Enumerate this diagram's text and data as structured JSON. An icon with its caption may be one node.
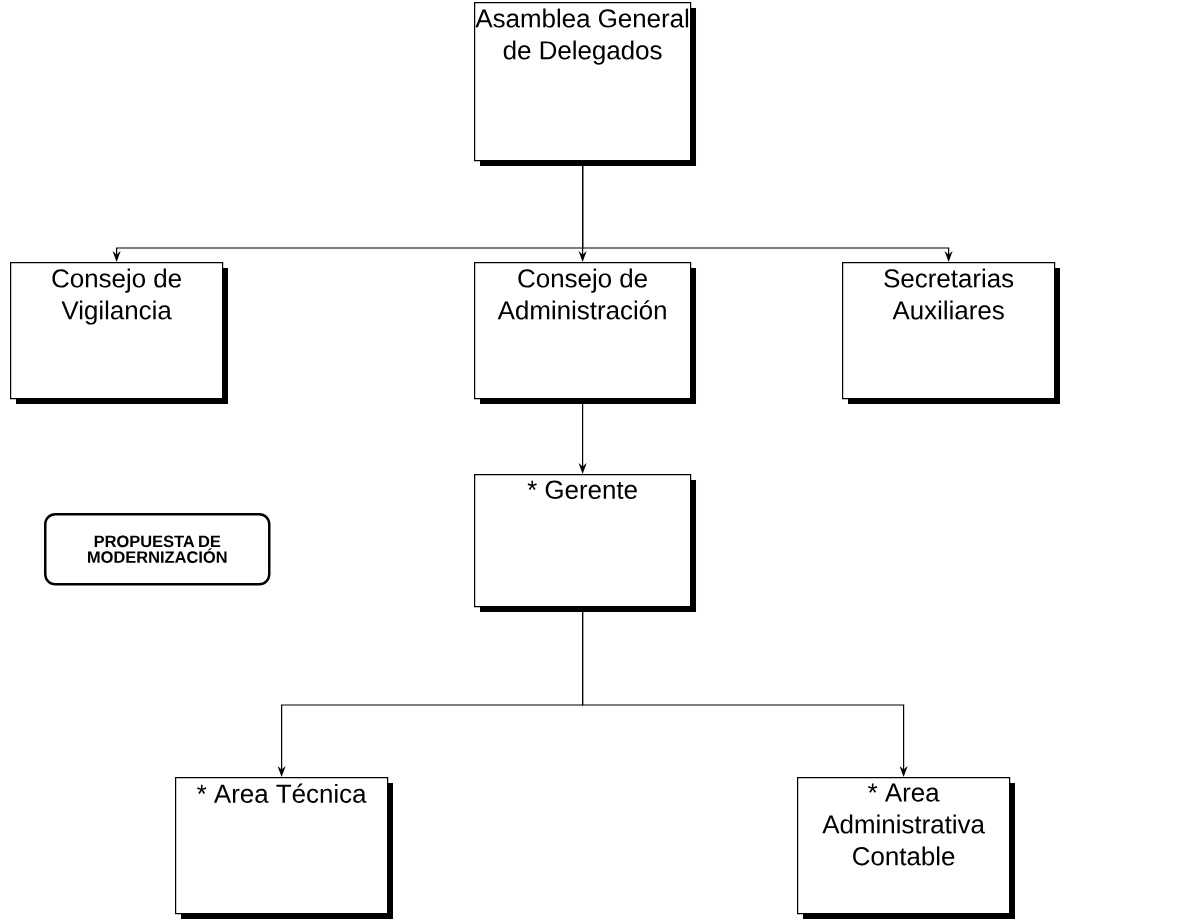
{
  "diagram": {
    "nodes": [
      {
        "text": [
          "Asamblea General de Delegados"
        ]
      },
      {
        "text": [
          "Consejo de Vigilancia"
        ]
      },
      {
        "text": [
          "Consejo de Administración"
        ]
      },
      {
        "text": [
          "Secretarias Auxiliares"
        ]
      },
      {
        "text": [
          "* Gerente"
        ]
      },
      {
        "text": [
          "PROPUESTA DE MODERNIZACIÓN"
        ]
      },
      {
        "text": [
          "* Area Técnica"
        ]
      },
      {
        "text": [
          "* Area Administrativa Contable"
        ]
      }
    ],
    "edges": [
      {
        "from": 0,
        "to": 1,
        "arrow": "to"
      },
      {
        "from": 0,
        "to": 2,
        "arrow": "to"
      },
      {
        "from": 0,
        "to": 3,
        "arrow": "to"
      },
      {
        "from": 2,
        "to": 4,
        "arrow": "to"
      },
      {
        "from": 4,
        "to": 6,
        "arrow": "to"
      },
      {
        "from": 4,
        "to": 7,
        "arrow": "to"
      }
    ]
  }
}
